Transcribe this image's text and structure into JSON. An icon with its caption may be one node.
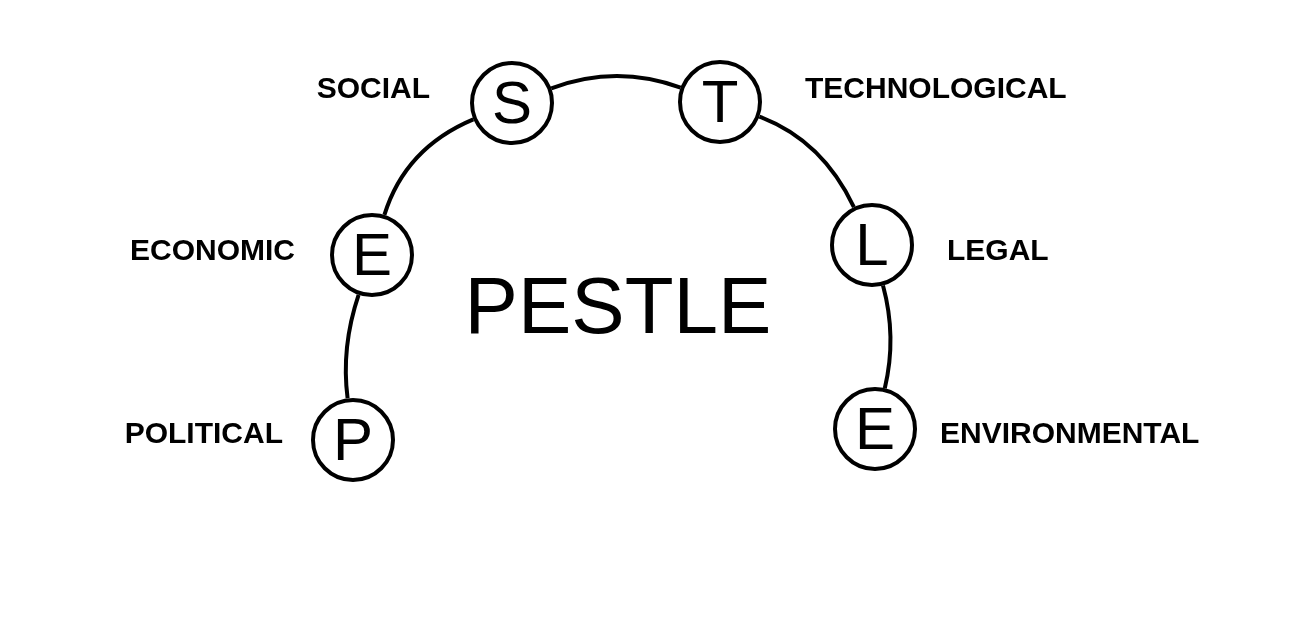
{
  "diagram": {
    "title": "PESTLE",
    "nodes": [
      {
        "text": [
          "P"
        ],
        "beside": [
          "POLITICAL"
        ]
      },
      {
        "text": [
          "E"
        ],
        "beside": [
          "ECONOMIC"
        ]
      },
      {
        "text": [
          "S"
        ],
        "beside": [
          "SOCIAL"
        ]
      },
      {
        "text": [
          "T"
        ],
        "beside": [
          "TECHNOLOGICAL"
        ]
      },
      {
        "text": [
          "L"
        ],
        "beside": [
          "LEGAL"
        ]
      },
      {
        "text": [
          "E"
        ],
        "beside": [
          "ENVIRONMENTAL"
        ]
      }
    ],
    "edges": [
      {
        "from": 0,
        "to": 1,
        "arrow": "none"
      },
      {
        "from": 1,
        "to": 2,
        "arrow": "none"
      },
      {
        "from": 2,
        "to": 3,
        "arrow": "none"
      },
      {
        "from": 3,
        "to": 4,
        "arrow": "none"
      },
      {
        "from": 4,
        "to": 5,
        "arrow": "none"
      }
    ]
  }
}
